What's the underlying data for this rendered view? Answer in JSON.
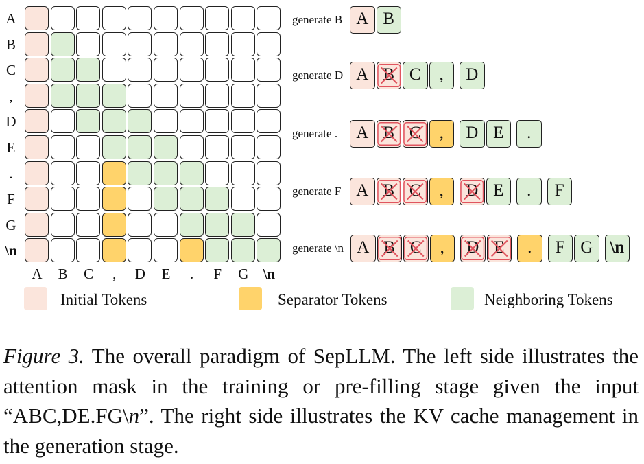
{
  "matrix": {
    "row_labels": [
      "A",
      "B",
      "C",
      ",",
      "D",
      "E",
      ".",
      "F",
      "G",
      "\\n"
    ],
    "col_labels": [
      "A",
      "B",
      "C",
      ",",
      "D",
      "E",
      ".",
      "F",
      "G",
      "\\n"
    ],
    "cells": [
      [
        "init",
        "w",
        "w",
        "w",
        "w",
        "w",
        "w",
        "w",
        "w",
        "w"
      ],
      [
        "init",
        "nb",
        "w",
        "w",
        "w",
        "w",
        "w",
        "w",
        "w",
        "w"
      ],
      [
        "init",
        "nb",
        "nb",
        "w",
        "w",
        "w",
        "w",
        "w",
        "w",
        "w"
      ],
      [
        "init",
        "nb",
        "nb",
        "nb",
        "w",
        "w",
        "w",
        "w",
        "w",
        "w"
      ],
      [
        "init",
        "w",
        "nb",
        "nb",
        "nb",
        "w",
        "w",
        "w",
        "w",
        "w"
      ],
      [
        "init",
        "w",
        "w",
        "nb",
        "nb",
        "nb",
        "w",
        "w",
        "w",
        "w"
      ],
      [
        "init",
        "w",
        "w",
        "sep",
        "nb",
        "nb",
        "nb",
        "w",
        "w",
        "w"
      ],
      [
        "init",
        "w",
        "w",
        "sep",
        "w",
        "nb",
        "nb",
        "nb",
        "w",
        "w"
      ],
      [
        "init",
        "w",
        "w",
        "sep",
        "w",
        "w",
        "nb",
        "nb",
        "nb",
        "w"
      ],
      [
        "init",
        "w",
        "w",
        "sep",
        "w",
        "w",
        "sep",
        "nb",
        "nb",
        "nb"
      ]
    ],
    "colors": {
      "init": "#fbe5dc",
      "sep": "#ffd36b",
      "nb": "#dcefd6",
      "w": "#ffffff"
    }
  },
  "generation": [
    {
      "label": "generate B",
      "tokens": [
        {
          "t": "A",
          "k": "init",
          "x": false
        },
        {
          "t": "B",
          "k": "nb",
          "x": false
        }
      ]
    },
    {
      "label": "generate D",
      "tokens": [
        {
          "t": "A",
          "k": "init",
          "x": false
        },
        {
          "t": "B",
          "k": "ev",
          "x": true
        },
        {
          "t": "C",
          "k": "nb",
          "x": false
        },
        {
          "t": ",",
          "k": "nb",
          "x": false
        },
        {
          "t": "D",
          "k": "nb",
          "x": false
        }
      ]
    },
    {
      "label": "generate .",
      "tokens": [
        {
          "t": "A",
          "k": "init",
          "x": false
        },
        {
          "t": "B",
          "k": "ev",
          "x": true
        },
        {
          "t": "C",
          "k": "ev",
          "x": true
        },
        {
          "t": ",",
          "k": "sep",
          "x": false
        },
        {
          "t": "D",
          "k": "nb",
          "x": false
        },
        {
          "t": "E",
          "k": "nb",
          "x": false
        },
        {
          "t": ".",
          "k": "nb",
          "x": false
        }
      ]
    },
    {
      "label": "generate F",
      "tokens": [
        {
          "t": "A",
          "k": "init",
          "x": false
        },
        {
          "t": "B",
          "k": "ev",
          "x": true
        },
        {
          "t": "C",
          "k": "ev",
          "x": true
        },
        {
          "t": ",",
          "k": "sep",
          "x": false
        },
        {
          "t": "D",
          "k": "ev",
          "x": true
        },
        {
          "t": "E",
          "k": "nb",
          "x": false
        },
        {
          "t": ".",
          "k": "nb",
          "x": false
        },
        {
          "t": "F",
          "k": "nb",
          "x": false
        }
      ]
    },
    {
      "label": "generate \\n",
      "tokens": [
        {
          "t": "A",
          "k": "init",
          "x": false
        },
        {
          "t": "B",
          "k": "ev",
          "x": true
        },
        {
          "t": "C",
          "k": "ev",
          "x": true
        },
        {
          "t": ",",
          "k": "sep",
          "x": false
        },
        {
          "t": "D",
          "k": "ev",
          "x": true
        },
        {
          "t": "E",
          "k": "ev",
          "x": true
        },
        {
          "t": ".",
          "k": "sep",
          "x": false
        },
        {
          "t": "F",
          "k": "nb",
          "x": false
        },
        {
          "t": "G",
          "k": "nb",
          "x": false
        },
        {
          "t": "\\n",
          "k": "nb",
          "x": false
        }
      ]
    }
  ],
  "legend": {
    "initial": "Initial Tokens",
    "separator": "Separator Tokens",
    "neighboring": "Neighboring Tokens",
    "colors": {
      "initial": "#fbe5dc",
      "separator": "#ffd36b",
      "neighboring": "#dcefd6",
      "evicted_mark": "#e0555f"
    }
  },
  "caption": {
    "figure_label": "Figure 3.",
    "text_before_input": " The overall paradigm of SepLLM. The left side illustrates the attention mask in the training or pre-filling stage given the input “ABC,DE.FG\\",
    "math_n": "n",
    "text_after_input": "”. The right side illustrates the KV cache management in the generation stage."
  }
}
